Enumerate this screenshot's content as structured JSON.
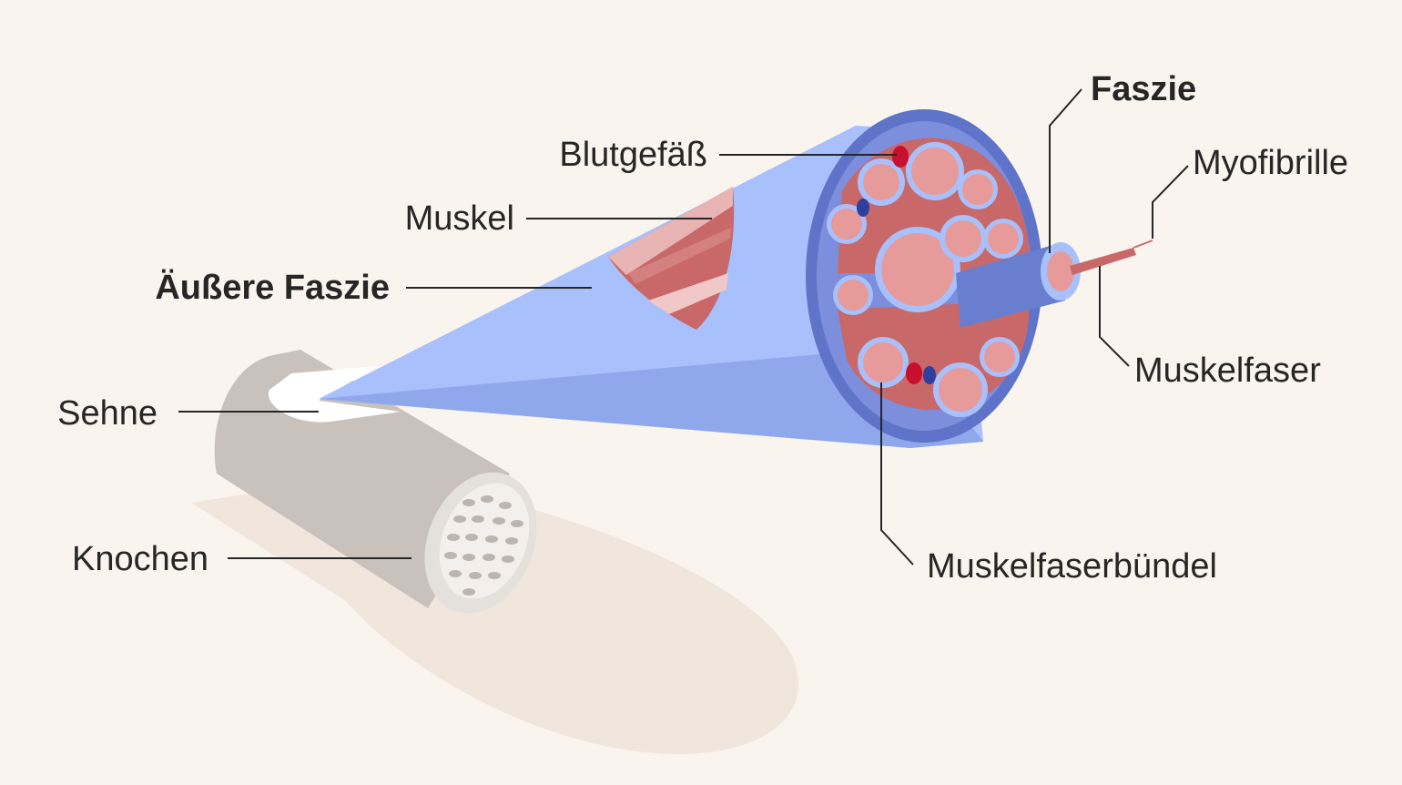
{
  "labels": {
    "blutgefaess": "Blutgefäß",
    "muskel": "Muskel",
    "aeussere_faszie": "Äußere Faszie",
    "sehne": "Sehne",
    "knochen": "Knochen",
    "faszie": "Faszie",
    "myofibrille": "Myofibrille",
    "muskelfaser": "Muskelfaser",
    "muskelfaserbuendel": "Muskelfaserbündel"
  },
  "colors": {
    "background": "#faf4ee",
    "shadow": "#f0e6dc",
    "bone": "#c9c2bc",
    "fascia_light": "#a8c0fb",
    "fascia_mid": "#8fa8ec",
    "fascia_dark": "#5f73c8",
    "muscle": "#c86868",
    "fiber": "#e79a9a",
    "blood_red": "#c8102e",
    "blood_blue": "#2f3f9e"
  }
}
